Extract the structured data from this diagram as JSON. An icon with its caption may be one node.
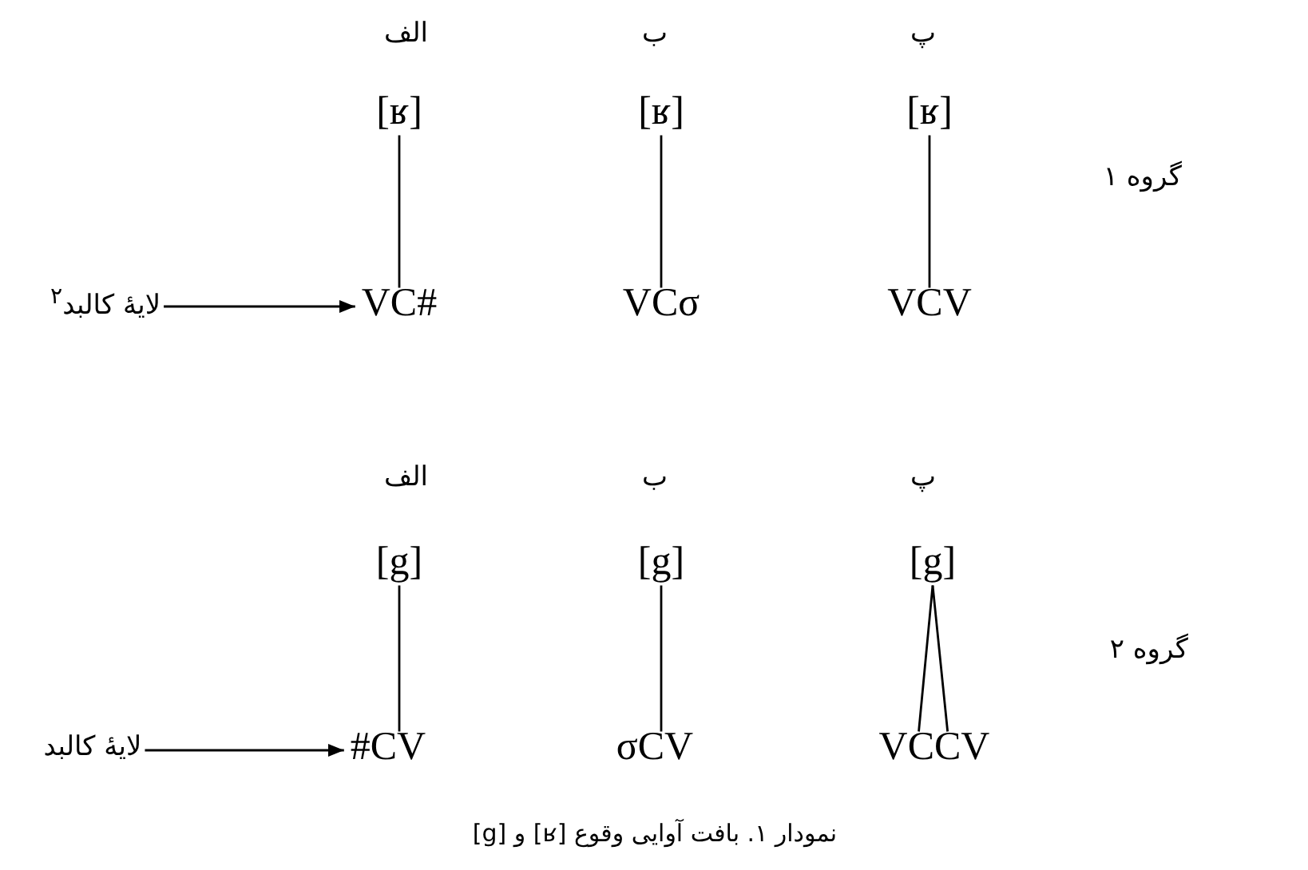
{
  "diagram": {
    "caption": "نمودار ۱. بافت آوایی وقوع [ʁ] و [g]",
    "nodes": [
      {
        "text": [
          "[ʁ]"
        ]
      },
      {
        "text": [
          "[ʁ]"
        ]
      },
      {
        "text": [
          "[ʁ]"
        ]
      },
      {
        "text": [
          "VC#"
        ]
      },
      {
        "text": [
          "VCσ"
        ]
      },
      {
        "text": [
          "VCV"
        ]
      },
      {
        "text": [
          "لایهٔ کالبد$^{۲}$"
        ]
      },
      {
        "text": [
          "[g]"
        ]
      },
      {
        "text": [
          "[g]"
        ]
      },
      {
        "text": [
          "[g]"
        ]
      },
      {
        "text": [
          "#CV"
        ]
      },
      {
        "text": [
          "σCV"
        ]
      },
      {
        "text": [
          "VCCV"
        ]
      },
      {
        "text": [
          "لایهٔ کالبد"
        ]
      }
    ],
    "edges": [
      {
        "from": 0,
        "to": 3,
        "arrow": "none"
      },
      {
        "from": 1,
        "to": 4,
        "arrow": "none"
      },
      {
        "from": 2,
        "to": 5,
        "arrow": "none"
      },
      {
        "from": 6,
        "to": 3,
        "arrow": "to"
      },
      {
        "from": 7,
        "to": 10,
        "arrow": "none"
      },
      {
        "from": 8,
        "to": 11,
        "arrow": "none"
      },
      {
        "from": 9,
        "to": 12,
        "arrow": "none"
      },
      {
        "from": 9,
        "to": 12,
        "arrow": "none"
      },
      {
        "from": 13,
        "to": 10,
        "arrow": "to"
      }
    ],
    "labels": [
      "الف",
      "ب",
      "پ",
      "گروه ۱",
      "الف",
      "ب",
      "پ",
      "گروه ۲"
    ]
  }
}
